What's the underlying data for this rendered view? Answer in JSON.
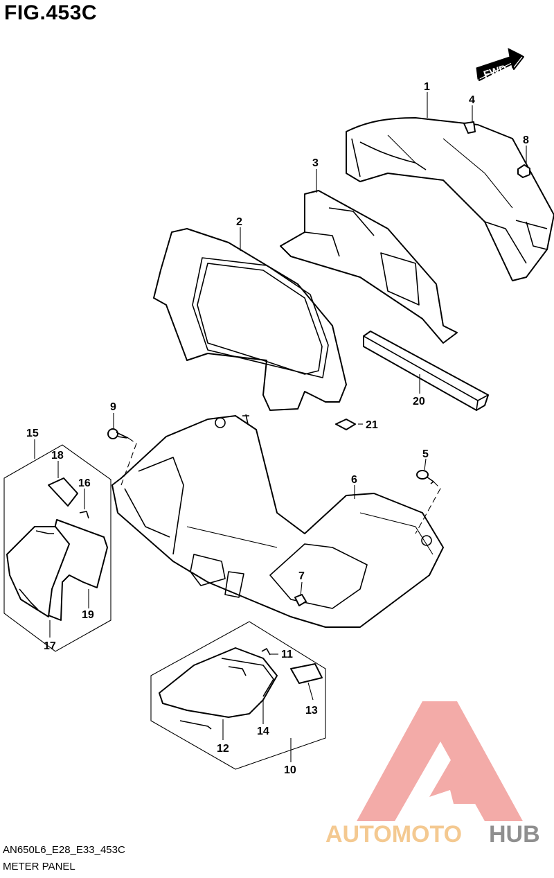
{
  "figure": {
    "title": "FIG.453C",
    "footer_code": "AN650L6_E28_E33_453C",
    "footer_name": "METER PANEL",
    "direction_label": "FWD"
  },
  "callouts": [
    "1",
    "2",
    "3",
    "4",
    "5",
    "6",
    "7",
    "8",
    "9",
    "10",
    "11",
    "12",
    "13",
    "14",
    "15",
    "16",
    "17",
    "18",
    "19",
    "20",
    "21"
  ],
  "watermark": {
    "text_left": "AUTOMOTO",
    "text_right": "HUB",
    "color_left": "#f3a7a4",
    "color_left_text": "#f4c78c",
    "color_right": "#8a8a8a"
  }
}
